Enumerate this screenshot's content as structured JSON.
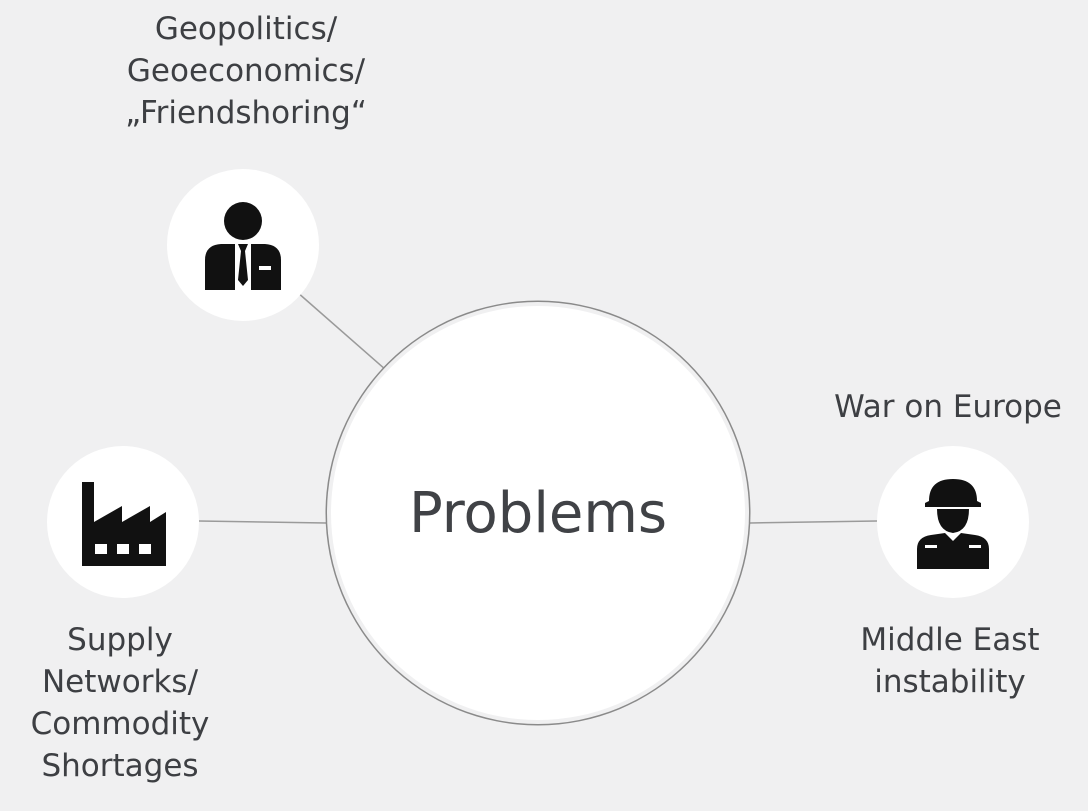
{
  "diagram": {
    "center": {
      "label": "Problems"
    },
    "nodes": [
      {
        "id": "geopolitics",
        "icon": "businessman-icon",
        "label_lines": [
          "Geopolitics/",
          "Geoeconomics/",
          "„Friendshoring“"
        ]
      },
      {
        "id": "supply",
        "icon": "factory-icon",
        "label_lines": [
          "Supply",
          "Networks/",
          "Commodity",
          "Shortages"
        ]
      },
      {
        "id": "war",
        "icon": "soldier-icon",
        "top_label": "War on Europe",
        "label_lines": [
          "Middle East",
          "instability"
        ]
      }
    ]
  }
}
